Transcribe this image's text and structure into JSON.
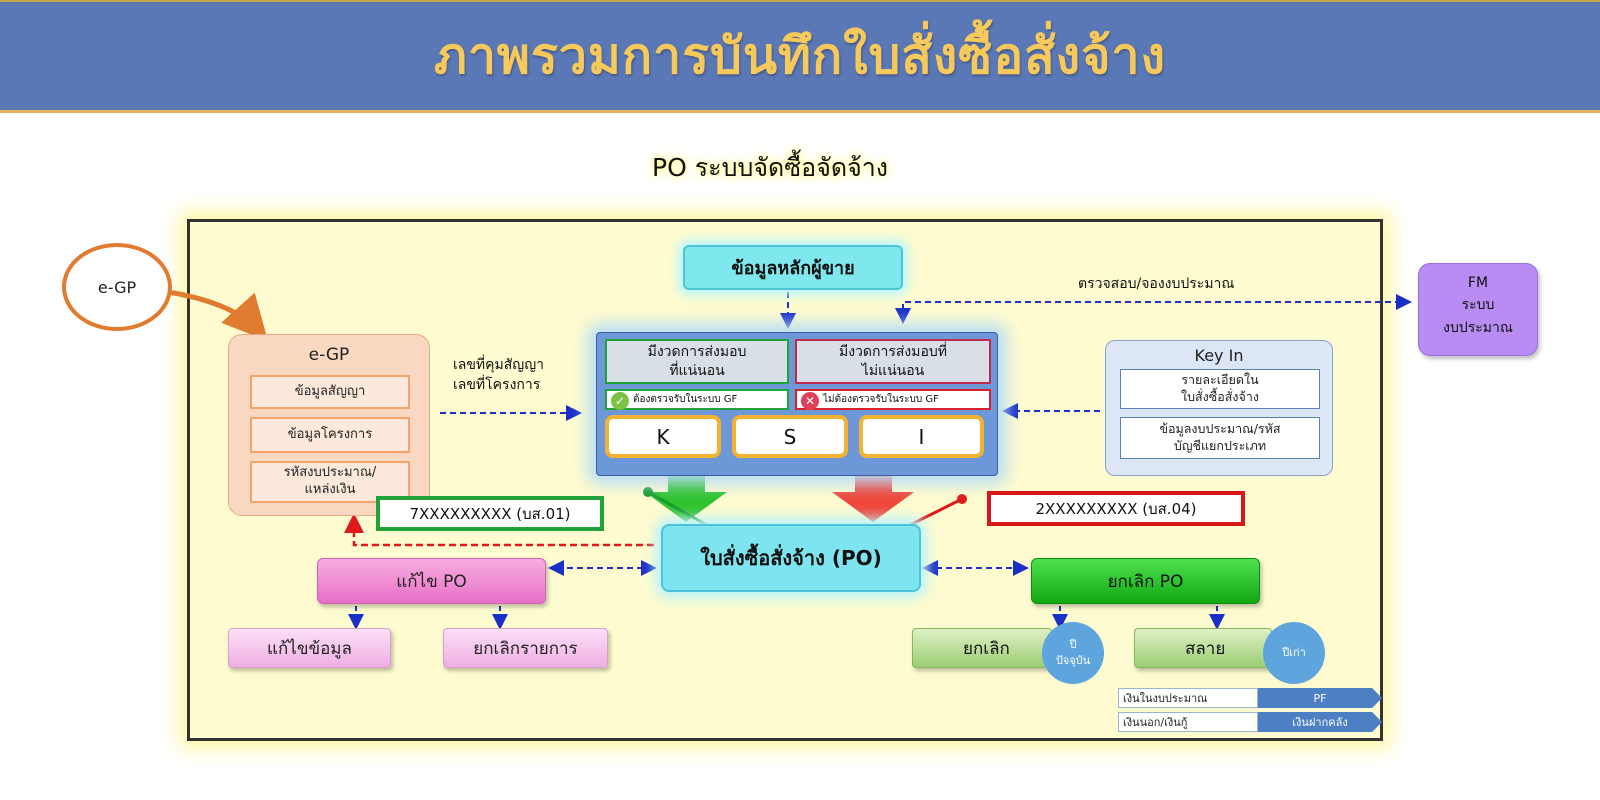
{
  "title": "ภาพรวมการบันทึกใบสั่งซื้อสั่งจ้าง",
  "subtitle": "PO ระบบจัดซื้อจัดจ้าง",
  "egp_source": "e-GP",
  "egp_panel": {
    "title": "e-GP",
    "items": [
      "ข้อมูลสัญญา",
      "ข้อมูลโครงการ",
      "รหัสงบประมาณ/\nแหล่งเงิน"
    ]
  },
  "contract_label": {
    "line1": "เลขที่คุมสัญญา",
    "line2": "เลขที่โครงการ"
  },
  "seller_master": "ข้อมูลหลักผู้ขาย",
  "budget_check_label": "ตรวจสอบ/จองงบประมาณ",
  "fm": {
    "line1": "FM",
    "line2": "ระบบ",
    "line3": "งบประมาณ"
  },
  "schedule": {
    "certain": "มีงวดการส่งมอบ\nที่แน่นอน",
    "uncertain": "มีงวดการส่งมอบที่\nไม่แน่นอน",
    "check_yes": "ต้องตรวจรับในระบบ GF",
    "check_no": "ไม่ต้องตรวจรับในระบบ GF"
  },
  "ksi": [
    "K",
    "S",
    "I"
  ],
  "keyin": {
    "title": "Key In",
    "items": [
      "รายละเอียดใน\nใบสั่งซื้อสั่งจ้าง",
      "ข้อมูลงบประมาณ/รหัส\nบัญชีแยกประเภท"
    ]
  },
  "codes": {
    "green": "7XXXXXXXXX (บส.01)",
    "red": "2XXXXXXXXX (บส.04)"
  },
  "po_main": "ใบสั่งซื้อสั่งจ้าง (PO)",
  "edit": {
    "title": "แก้ไข PO",
    "sub1": "แก้ไขข้อมูล",
    "sub2": "ยกเลิกรายการ"
  },
  "cancel": {
    "title": "ยกเลิก PO",
    "sub1": "ยกเลิก",
    "sub1_badge": "ปี\nปัจจุบัน",
    "sub2": "สลาย",
    "sub2_badge": "ปีเก่า"
  },
  "legend": [
    {
      "left": "เงินในงบประมาณ",
      "right": "PF"
    },
    {
      "left": "เงินนอก/เงินกู้",
      "right": "เงินฝากคลัง"
    }
  ],
  "colors": {
    "header": "#5b78b6",
    "title_text": "#f6c95a",
    "frame_bg": "#fdfbcf",
    "green_arrow": "#2fc22f",
    "red_arrow": "#f0473c",
    "dashed_link": "#1a2fc8"
  }
}
